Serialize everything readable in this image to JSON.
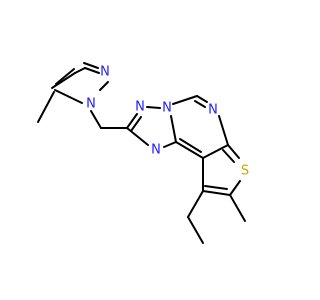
{
  "structure": {
    "atoms": {
      "pyrazole_n2": "N",
      "pyrazole_n1": "N",
      "triazole_n_upper": "N",
      "triazole_n_bridge": "N",
      "triazole_n_lower": "N",
      "pyrimidine_n": "N",
      "thiophene_s": "S"
    },
    "colors": {
      "bond": "#000000",
      "nitrogen": "#1f1fff",
      "sulfur": "#c9a800",
      "background": "#ffffff"
    }
  }
}
